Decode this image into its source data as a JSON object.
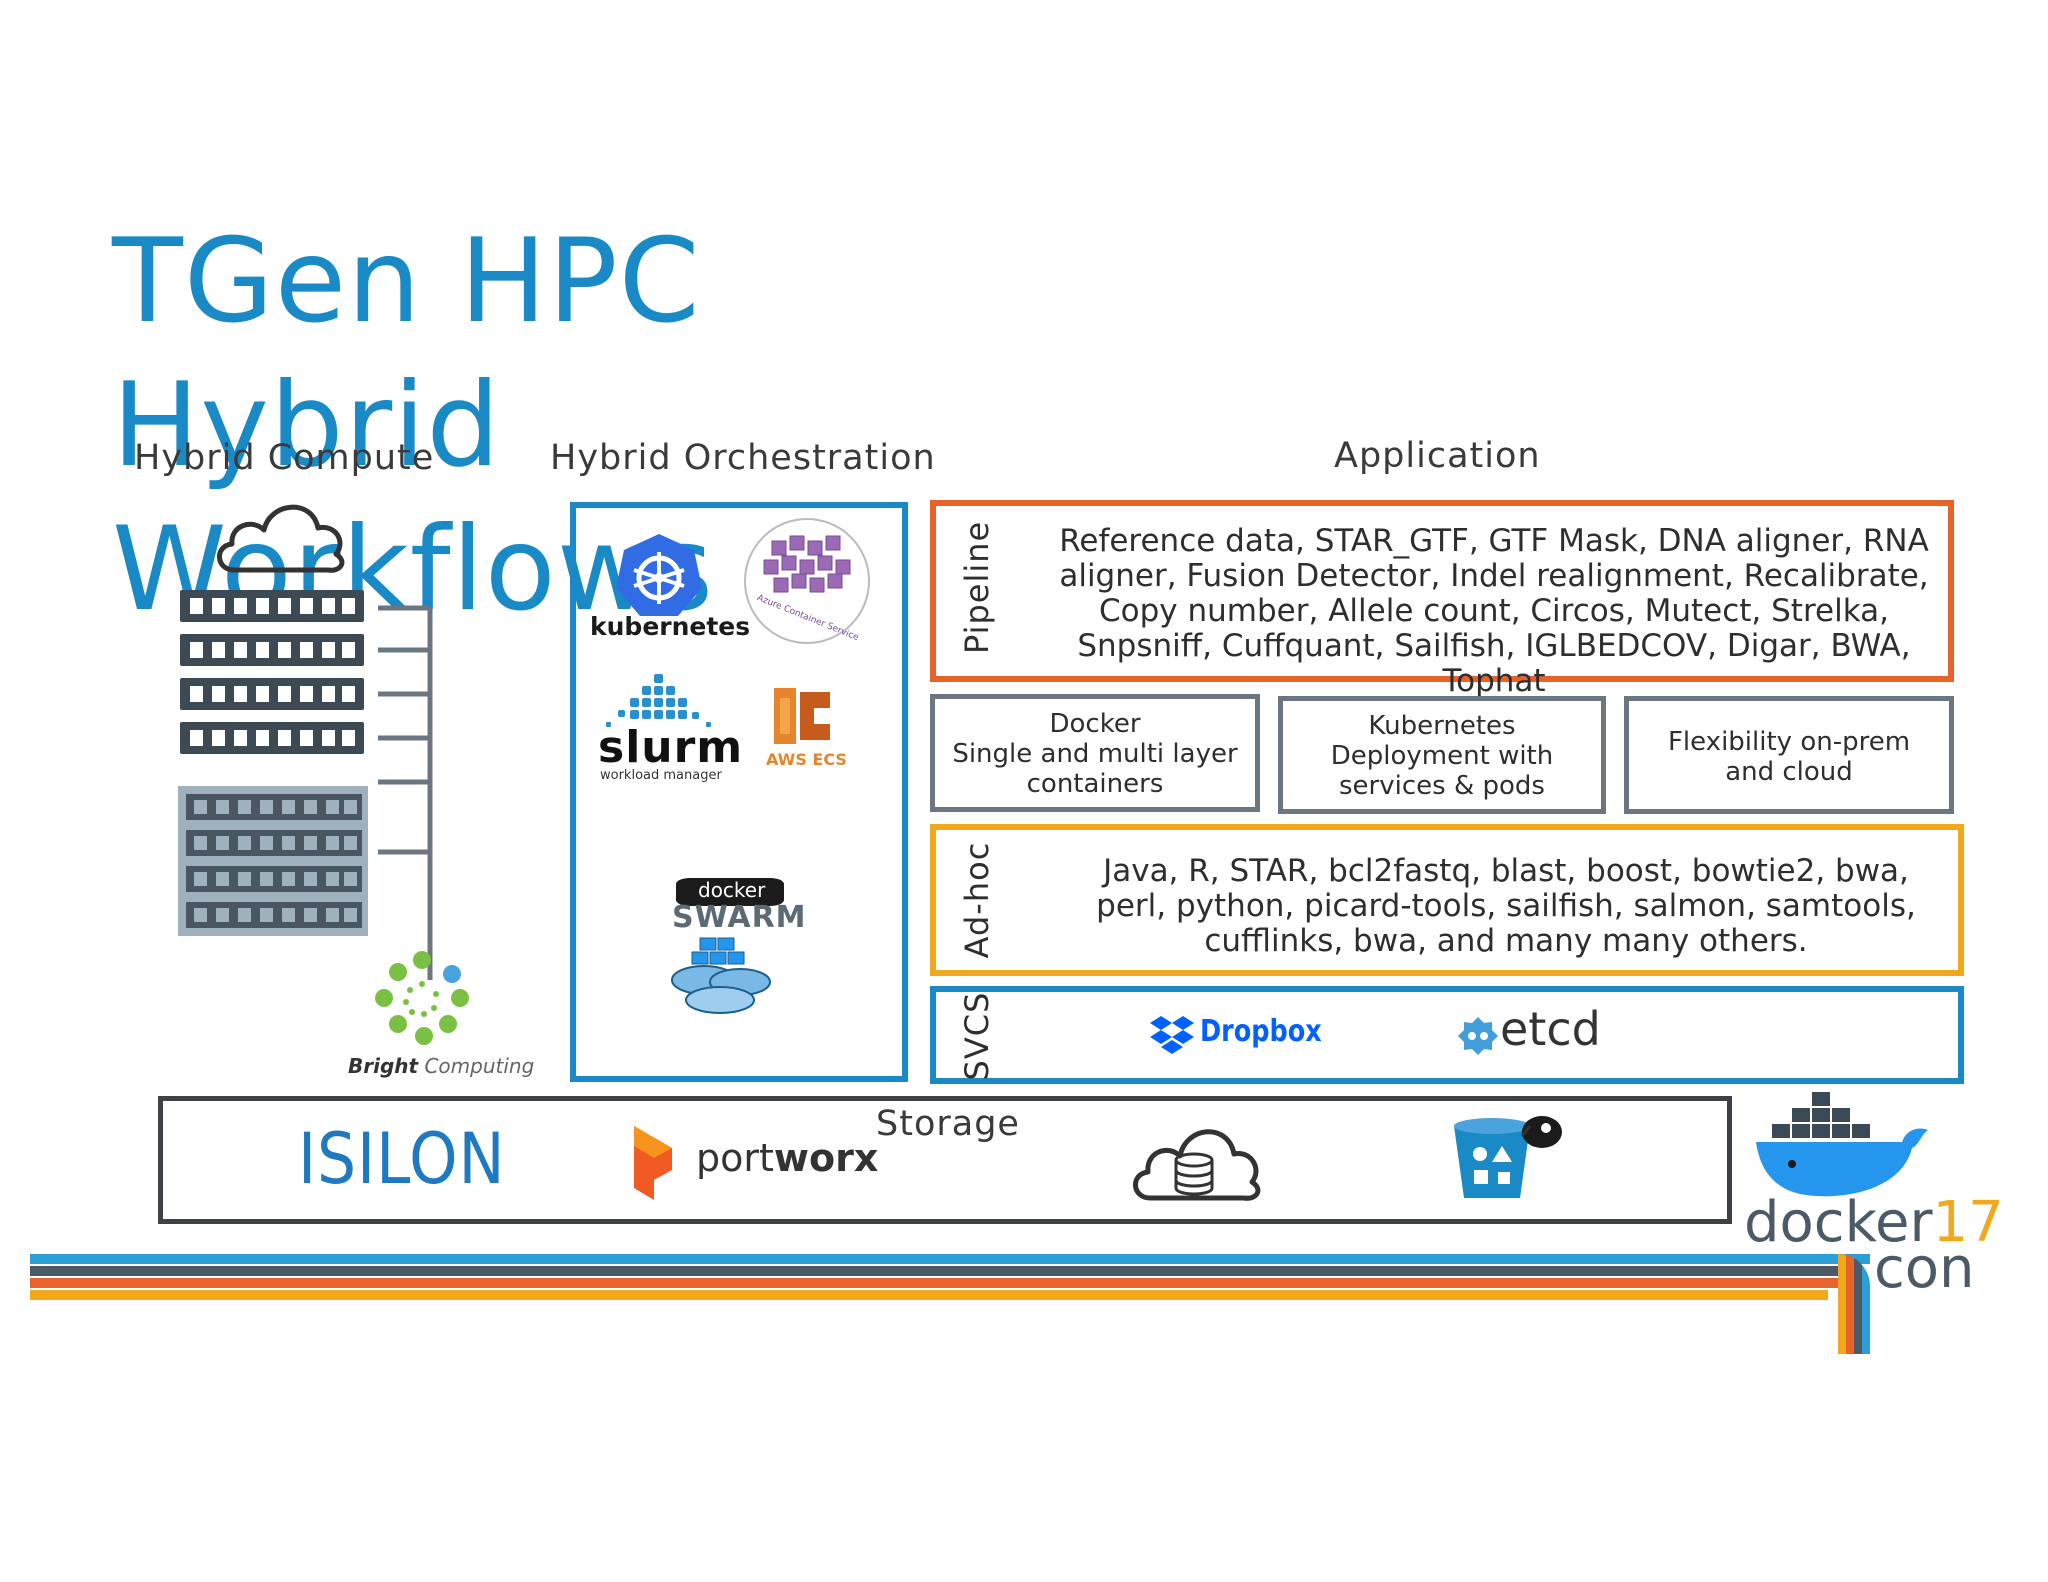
{
  "title": "TGen HPC Hybrid Workflows",
  "sections": {
    "compute": "Hybrid Compute",
    "orchestration": "Hybrid Orchestration",
    "application": "Application",
    "storage": "Storage"
  },
  "pipeline": {
    "label": "Pipeline",
    "text": "Reference data, STAR_GTF, GTF Mask, DNA aligner, RNA aligner, Fusion Detector, Indel realignment, Recalibrate, Copy number, Allele count, Circos, Mutect, Strelka, Snpsniff, Cuffquant, Sailfish, IGLBEDCOV, Digar, BWA, Tophat"
  },
  "feature_boxes": [
    {
      "line1": "Docker",
      "line2": "Single and multi layer",
      "line3": "containers"
    },
    {
      "line1": "Kubernetes",
      "line2": "Deployment with",
      "line3": "services & pods"
    },
    {
      "line1": "Flexibility on-prem",
      "line2": "and cloud"
    }
  ],
  "adhoc": {
    "label": "Ad-hoc",
    "text": "Java, R, STAR, bcl2fastq, blast, boost, bowtie2, bwa, perl, python, picard-tools, sailfish, salmon, samtools, cufflinks, bwa,  and many many others."
  },
  "svcs": {
    "label": "SVCS",
    "dropbox": "Dropbox",
    "etcd": "etcd"
  },
  "orchestration_logos": {
    "kubernetes": "kubernetes",
    "azure": "Azure Container Service",
    "slurm": "slurm",
    "slurm_sub": "workload manager",
    "aws": "AWS ECS",
    "docker": "docker",
    "swarm": "SWARM"
  },
  "compute_logo": {
    "bold": "Bright",
    "light": "Computing"
  },
  "storage_logos": {
    "isilon": "ISILON",
    "portworx_a": "port",
    "portworx_b": "worx"
  },
  "event_logo": {
    "a": "docker",
    "b": "17",
    "c": "con"
  },
  "colors": {
    "title": "#1a8ac6",
    "pipeline": "#e8632a",
    "adhoc": "#f2a81d",
    "svcs": "#1a8ac6",
    "features": "#6b7680"
  }
}
